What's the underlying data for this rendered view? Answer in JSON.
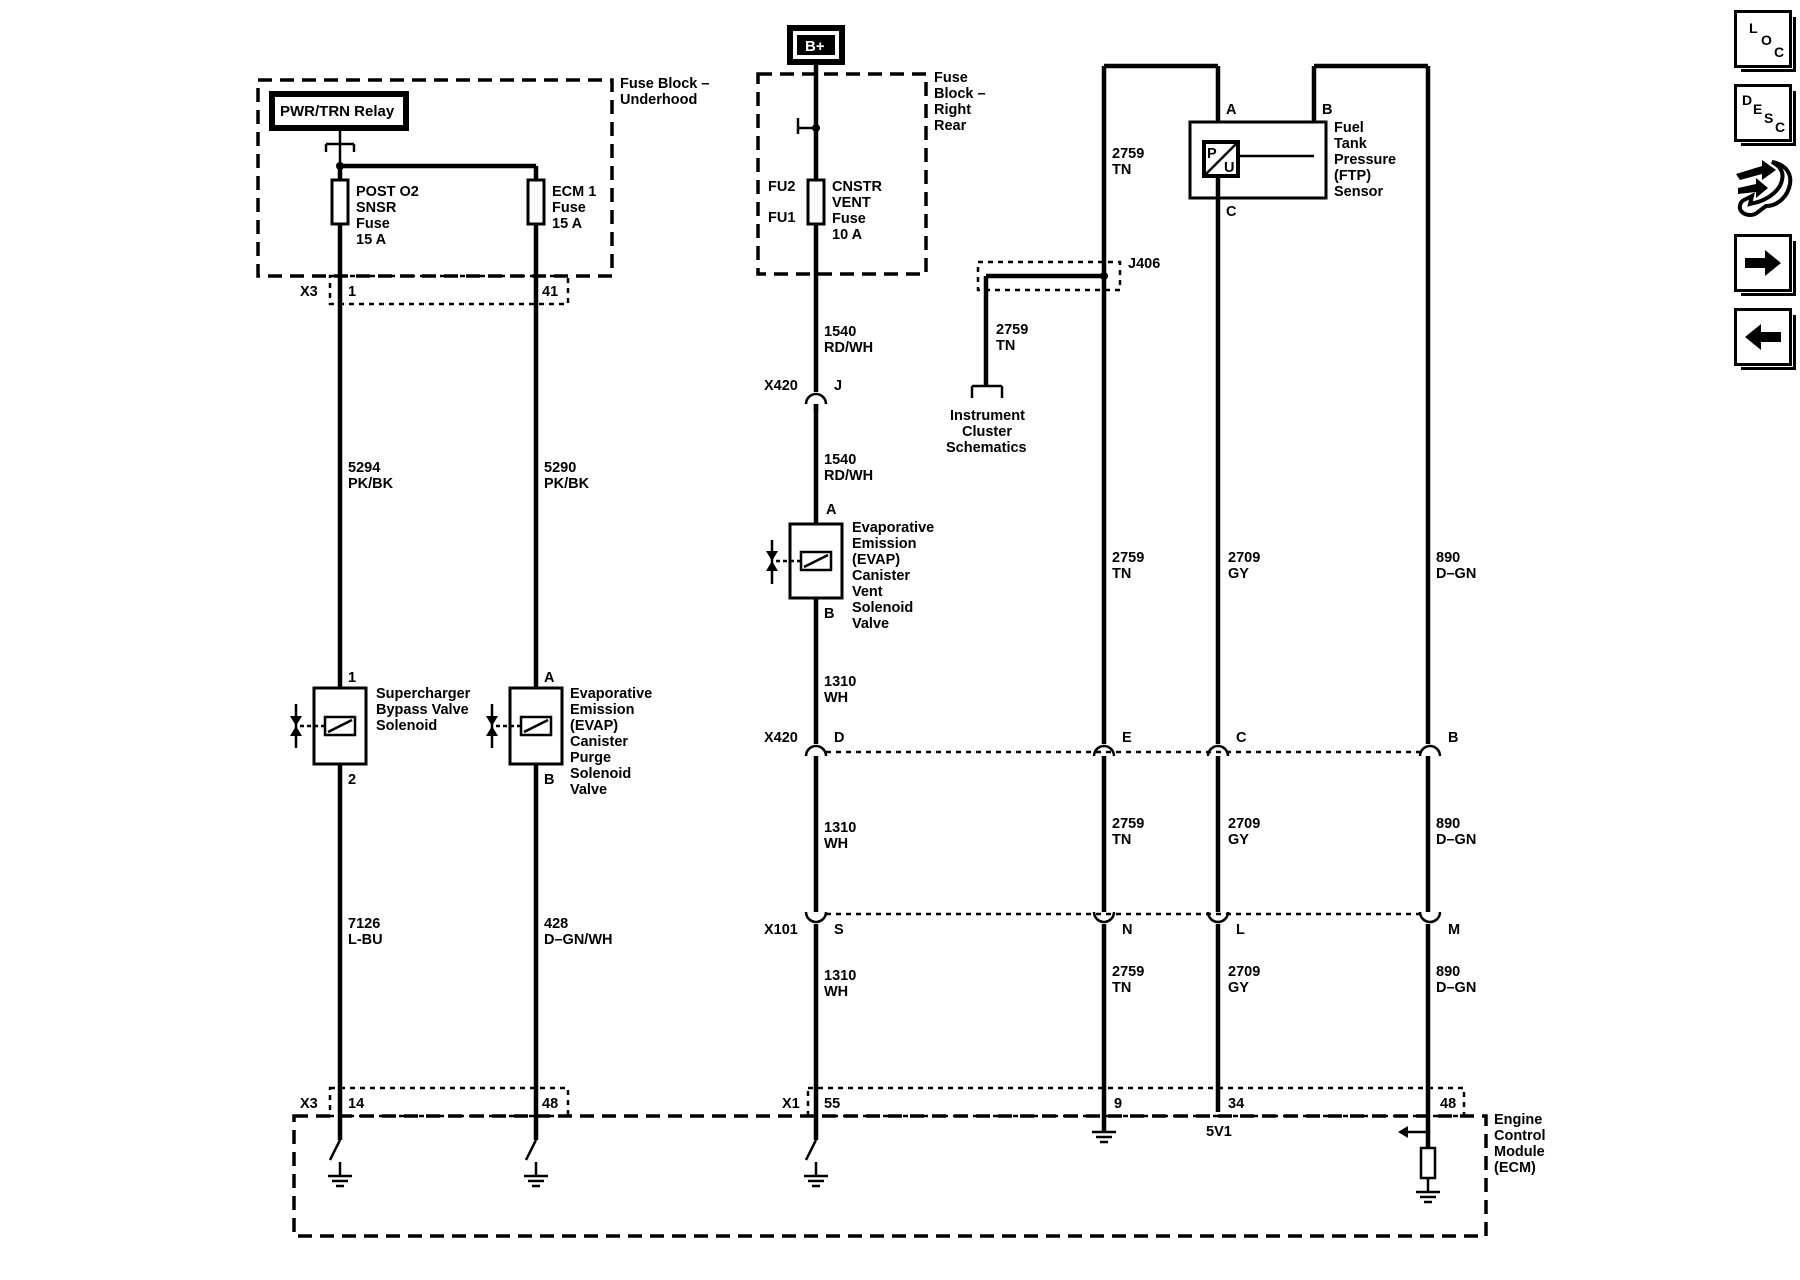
{
  "relay": {
    "label": "PWR/TRN Relay"
  },
  "fuse_block_underhood": {
    "line1": "Fuse Block –",
    "line2": "Underhood"
  },
  "fuse_post_o2": {
    "line1": "POST O2",
    "line2": "SNSR",
    "line3": "Fuse",
    "line4": "15 A"
  },
  "fuse_ecm1": {
    "line1": "ECM 1",
    "line2": "Fuse",
    "line3": "15 A"
  },
  "connector_x3_top": {
    "name": "X3",
    "pin_a": "1",
    "pin_b": "41"
  },
  "wire_5294": {
    "circuit": "5294",
    "color": "PK/BK"
  },
  "wire_5290": {
    "circuit": "5290",
    "color": "PK/BK"
  },
  "bypass_solenoid": {
    "pin_top": "1",
    "pin_bottom": "2",
    "line1": "Supercharger",
    "line2": "Bypass Valve",
    "line3": "Solenoid"
  },
  "purge_solenoid": {
    "pin_top": "A",
    "pin_bottom": "B",
    "line1": "Evaporative",
    "line2": "Emission",
    "line3": "(EVAP)",
    "line4": "Canister",
    "line5": "Purge",
    "line6": "Solenoid",
    "line7": "Valve"
  },
  "wire_7126": {
    "circuit": "7126",
    "color": "L-BU"
  },
  "wire_428": {
    "circuit": "428",
    "color": "D–GN/WH"
  },
  "connector_x3_bottom": {
    "name": "X3",
    "pin_a": "14",
    "pin_b": "48"
  },
  "bplus": {
    "label": "B+"
  },
  "fuse_block_right_rear": {
    "line1": "Fuse",
    "line2": "Block –",
    "line3": "Right",
    "line4": "Rear"
  },
  "fuse_cnstr": {
    "fu2": "FU2",
    "fu1": "FU1",
    "line1": "CNSTR",
    "line2": "VENT",
    "line3": "Fuse",
    "line4": "10 A"
  },
  "wire_1540_a": {
    "circuit": "1540",
    "color": "RD/WH"
  },
  "connector_x420_j": {
    "name": "X420",
    "pin": "J"
  },
  "wire_1540_b": {
    "circuit": "1540",
    "color": "RD/WH"
  },
  "vent_solenoid": {
    "pin_top": "A",
    "pin_bottom": "B",
    "line1": "Evaporative",
    "line2": "Emission",
    "line3": "(EVAP)",
    "line4": "Canister",
    "line5": "Vent",
    "line6": "Solenoid",
    "line7": "Valve"
  },
  "wire_1310_a": {
    "circuit": "1310",
    "color": "WH"
  },
  "connector_x420_row": {
    "name": "X420",
    "pin_d": "D",
    "pin_e": "E",
    "pin_c": "C",
    "pin_b": "B"
  },
  "wire_1310_b": {
    "circuit": "1310",
    "color": "WH"
  },
  "connector_x101_row": {
    "name": "X101",
    "pin_s": "S",
    "pin_n": "N",
    "pin_l": "L",
    "pin_m": "M"
  },
  "wire_1310_c": {
    "circuit": "1310",
    "color": "WH"
  },
  "connector_x1": {
    "name": "X1",
    "pin_55": "55",
    "pin_9": "9",
    "pin_34": "34",
    "pin_48": "48"
  },
  "ecm": {
    "line1": "Engine",
    "line2": "Control",
    "line3": "Module",
    "line4": "(ECM)",
    "ref_5v": "5V1"
  },
  "ftp_sensor": {
    "pin_a": "A",
    "pin_b": "B",
    "pin_c": "C",
    "line1": "Fuel",
    "line2": "Tank",
    "line3": "Pressure",
    "line4": "(FTP)",
    "line5": "Sensor",
    "p": "P",
    "u": "U"
  },
  "splice_j406": {
    "label": "J406"
  },
  "wire_2759_top": {
    "circuit": "2759",
    "color": "TN"
  },
  "wire_2759_branch": {
    "circuit": "2759",
    "color": "TN"
  },
  "instrument_cluster": {
    "line1": "Instrument",
    "line2": "Cluster",
    "line3": "Schematics"
  },
  "wire_2759_mid": {
    "circuit": "2759",
    "color": "TN"
  },
  "wire_2709_mid": {
    "circuit": "2709",
    "color": "GY"
  },
  "wire_890_mid": {
    "circuit": "890",
    "color": "D–GN"
  },
  "wire_2759_low": {
    "circuit": "2759",
    "color": "TN"
  },
  "wire_2709_low": {
    "circuit": "2709",
    "color": "GY"
  },
  "wire_890_low": {
    "circuit": "890",
    "color": "D–GN"
  },
  "wire_2759_bot": {
    "circuit": "2759",
    "color": "TN"
  },
  "wire_2709_bot": {
    "circuit": "2709",
    "color": "GY"
  },
  "wire_890_bot": {
    "circuit": "890",
    "color": "D–GN"
  },
  "nav": {
    "loc": {
      "l": "L",
      "o": "O",
      "c": "C"
    },
    "desc": {
      "d": "D",
      "e": "E",
      "s": "S",
      "c": "C"
    }
  }
}
